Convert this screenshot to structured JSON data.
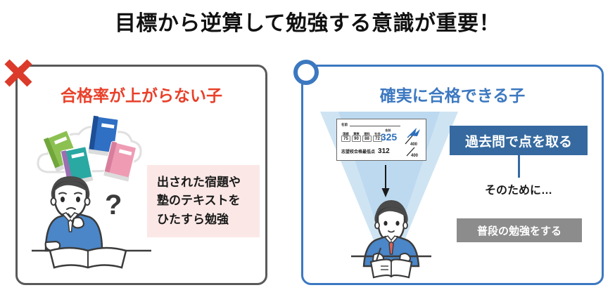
{
  "title": {
    "accent_text": "目標から逆算",
    "rest_text": "して勉強する意識が重要！"
  },
  "left_card": {
    "mark": "x-mark-icon",
    "heading": "合格率が上がらない子",
    "illustration": "confused-student-with-books-icon",
    "note_lines": [
      "出された宿題や",
      "塾のテキストを",
      "ひたすら勉強"
    ],
    "note_bg_color": "#fbe8e6",
    "border_color": "#595959",
    "heading_color": "#e8402a"
  },
  "right_card": {
    "mark": "o-mark-icon",
    "heading": "確実に合格できる子",
    "border_color": "#3c78c0",
    "heading_color": "#3c78c0",
    "score_sheet": {
      "name_label": "名前",
      "subjects": [
        {
          "name": "国語",
          "score": "75"
        },
        {
          "name": "算数",
          "score": "90"
        },
        {
          "name": "理科",
          "score": "88"
        },
        {
          "name": "社会",
          "score": "72"
        }
      ],
      "total_label": "合計",
      "total_score": "325",
      "total_max": "400",
      "min_pass_label": "志望校合格最低点",
      "min_pass_score": "312",
      "min_pass_max": "400",
      "total_color": "#2e6fbb"
    },
    "illustration": "studying-student-at-desk-icon",
    "arrow": "down-arrow-icon",
    "blue_box_label": "過去問で点を取る",
    "blue_box_color": "#35699f",
    "connector_note": "そのために…",
    "gray_box_label": "普段の勉強をする",
    "gray_box_color": "#8c8c8c"
  }
}
